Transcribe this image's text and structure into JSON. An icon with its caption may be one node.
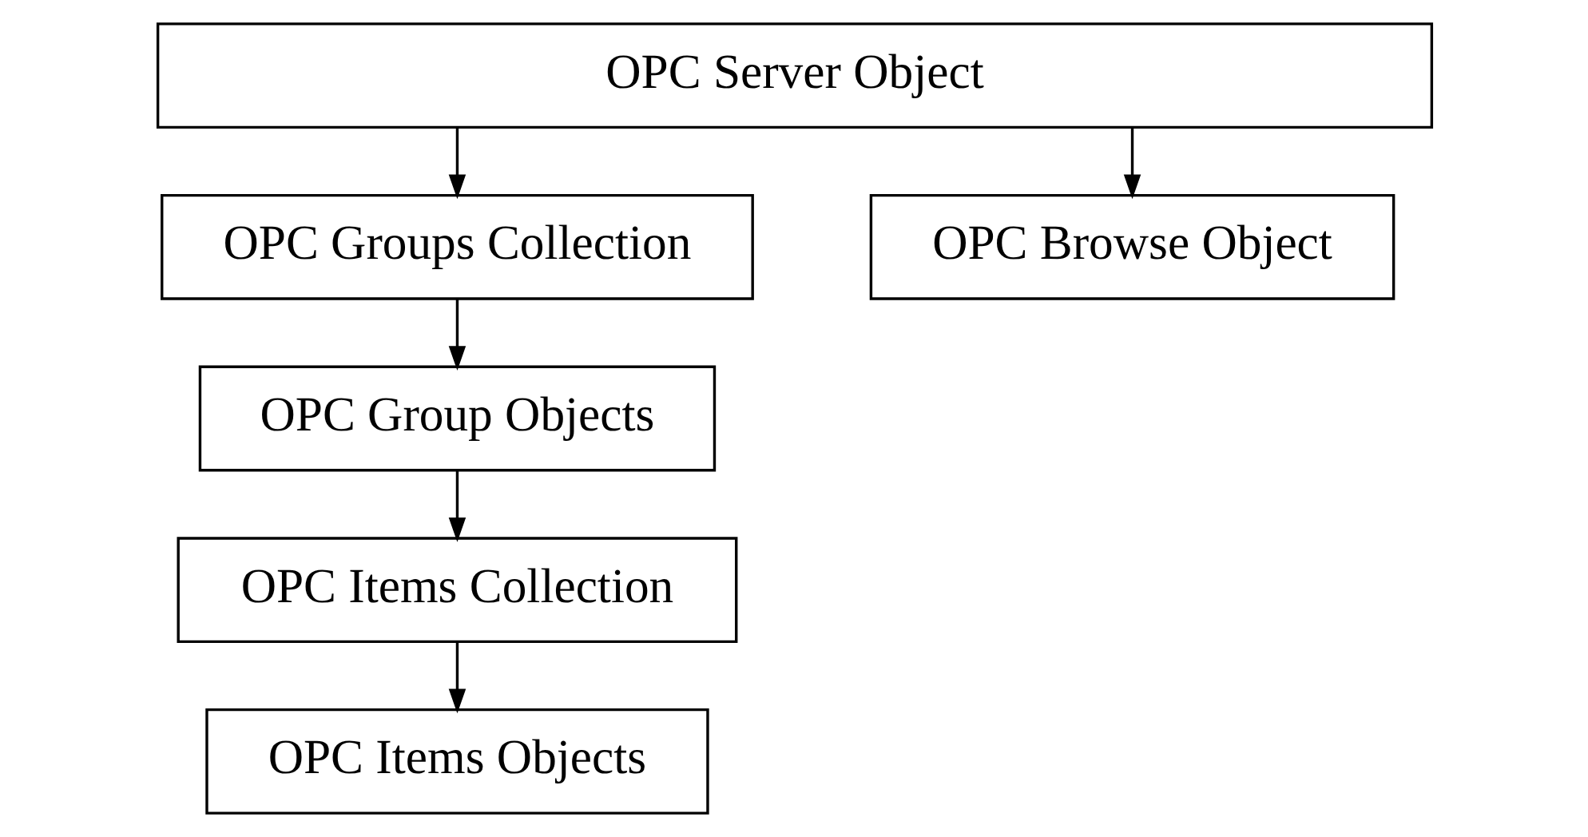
{
  "diagram": {
    "nodes": [
      {
        "text": [
          "OPC Server Object"
        ]
      },
      {
        "text": [
          "OPC Groups Collection"
        ]
      },
      {
        "text": [
          "OPC Browse Object"
        ]
      },
      {
        "text": [
          "OPC Group Objects"
        ]
      },
      {
        "text": [
          "OPC Items Collection"
        ]
      },
      {
        "text": [
          "OPC Items Objects"
        ]
      }
    ],
    "edges": [
      {
        "from": 0,
        "to": 1,
        "arrow": "to"
      },
      {
        "from": 0,
        "to": 2,
        "arrow": "to"
      },
      {
        "from": 1,
        "to": 3,
        "arrow": "to"
      },
      {
        "from": 3,
        "to": 4,
        "arrow": "to"
      },
      {
        "from": 4,
        "to": 5,
        "arrow": "to"
      }
    ]
  }
}
